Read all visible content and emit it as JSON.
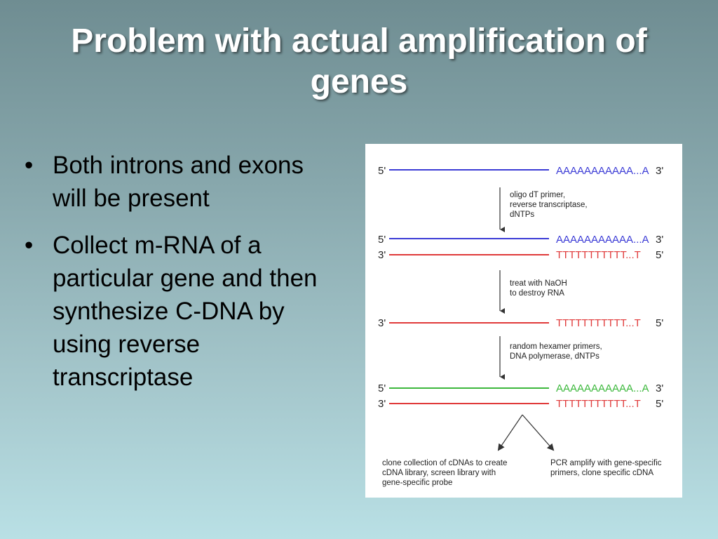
{
  "slide": {
    "title_line1": "Problem with actual amplification of",
    "title_line2": "genes",
    "bullets": [
      "Both introns and exons will be present",
      "Collect m-RNA of a particular gene and then synthesize C-DNA by using reverse transcriptase"
    ],
    "bullet_glyph": "•"
  },
  "diagram": {
    "colors": {
      "mrna": "#3b3bd6",
      "cdna": "#e03a3a",
      "second_strand": "#3cb83c",
      "text": "#222222"
    },
    "strand1": {
      "left_end": "5'",
      "sequence": "AAAAAAAAAAA...A",
      "right_end": "3'"
    },
    "step1": {
      "line1": "oligo dT primer,",
      "line2": "reverse transcriptase,",
      "line3": "dNTPs"
    },
    "strand2_top": {
      "left_end": "5'",
      "sequence": "AAAAAAAAAAA...A",
      "right_end": "3'"
    },
    "strand2_bottom": {
      "left_end": "3'",
      "sequence": "TTTTTTTTTTT...T",
      "right_end": "5'"
    },
    "step2": {
      "line1": "treat with NaOH",
      "line2": "to destroy RNA"
    },
    "strand3": {
      "left_end": "3'",
      "sequence": "TTTTTTTTTTT...T",
      "right_end": "5'"
    },
    "step3": {
      "line1": "random hexamer primers,",
      "line2": "DNA polymerase, dNTPs"
    },
    "strand4_top": {
      "left_end": "5'",
      "sequence": "AAAAAAAAAAA...A",
      "right_end": "3'"
    },
    "strand4_bottom": {
      "left_end": "3'",
      "sequence": "TTTTTTTTTTT...T",
      "right_end": "5'"
    },
    "outcome_left": {
      "line1": "clone collection of cDNAs to create",
      "line2": "cDNA library, screen library with",
      "line3": "gene-specific probe"
    },
    "outcome_right": {
      "line1": "PCR amplify with gene-specific",
      "line2": "primers, clone specific cDNA"
    }
  }
}
